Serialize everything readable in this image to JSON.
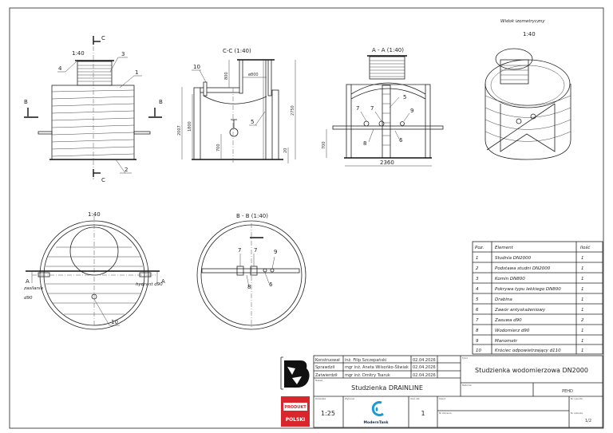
{
  "views": {
    "front": {
      "scale": "1:40",
      "section_c": "C",
      "section_b": "B",
      "labels": [
        "1",
        "2",
        "3",
        "4"
      ]
    },
    "section_cc": {
      "title": "C-C (1:40)",
      "dims": {
        "d800": "800",
        "phi800": "ø800",
        "h2007": "2007",
        "h1800": "1800",
        "h700": "700",
        "h2750": "2750",
        "h20": "20"
      },
      "labels": {
        "ten": "10",
        "five": "5"
      }
    },
    "section_aa": {
      "title": "A - A (1:40)",
      "dims": {
        "h700": "700",
        "w2360": "2360"
      },
      "labels": {
        "five": "5",
        "seven_a": "7",
        "seven_b": "7",
        "nine": "9",
        "eight": "8",
        "six": "6"
      }
    },
    "isometric": {
      "title": "Widok izometryczny",
      "scale": "1:40"
    },
    "plan": {
      "scale": "1:40",
      "a_left": "A",
      "a_right": "A",
      "inlet": "zasilanie",
      "inlet_d": "d90",
      "outlet": "hydrant d90",
      "label_ten": "10"
    },
    "section_bb": {
      "title": "B - B (1:40)",
      "labels": {
        "seven_a": "7",
        "seven_b": "7",
        "nine": "9",
        "eight": "8",
        "six": "6"
      }
    }
  },
  "parts_table": {
    "headers": {
      "pos": "Poz.",
      "element": "Element",
      "qty": "Ilość"
    },
    "rows": [
      {
        "pos": "1",
        "element": "Studnia DN2000",
        "qty": "1"
      },
      {
        "pos": "2",
        "element": "Podstawa studni DN2000",
        "qty": "1"
      },
      {
        "pos": "3",
        "element": "Komin DN800",
        "qty": "1"
      },
      {
        "pos": "4",
        "element": "Pokrywa typu lekkiego DN800",
        "qty": "1"
      },
      {
        "pos": "5",
        "element": "Drabina",
        "qty": "1"
      },
      {
        "pos": "6",
        "element": "Zawór antyskażeniowy",
        "qty": "1"
      },
      {
        "pos": "7",
        "element": "Zasuwa d90",
        "qty": "2"
      },
      {
        "pos": "8",
        "element": "Wodomierz d90",
        "qty": "1"
      },
      {
        "pos": "9",
        "element": "Manometr",
        "qty": "1"
      },
      {
        "pos": "10",
        "element": "Króciec odpowietrzający d110",
        "qty": "1"
      }
    ]
  },
  "title_block": {
    "people": [
      {
        "role": "Konstruował",
        "name": "inż. Filip Szczepański",
        "date": "02.04.2026"
      },
      {
        "role": "Sprawdził",
        "name": "mgr inż. Aneta Wilsońko-Śliwiak",
        "date": "02.04.2026"
      },
      {
        "role": "Zatwierdził",
        "name": "mgr inż. Dmitry Tsaruk",
        "date": "02.04.2026"
      }
    ],
    "name_label": "Nazwa",
    "drawing_name": "Studzienka DRAINLINE",
    "title_label": "Tytuł",
    "title": "Studzienka wodomierzowa DN2000",
    "material_label": "Materiał",
    "material": "PEHD",
    "scale_label": "Podziałka",
    "scale": "1:25",
    "company_label": "Wykonał",
    "company": "ModernTank",
    "sheets_label": "Ilość szt.",
    "sheets": "1",
    "client_label": "Klient",
    "order_label": "Nr zlecenia",
    "drawing_no_label": "Nr rysunku",
    "sheet_label": "Nr arkusza",
    "sheet": "1/2",
    "produkt_logo": "PRODUKT POLSKI"
  },
  "colors": {
    "line": "#222222",
    "produkt_red": "#d9262c",
    "brand_blue": "#1a9ad6"
  }
}
